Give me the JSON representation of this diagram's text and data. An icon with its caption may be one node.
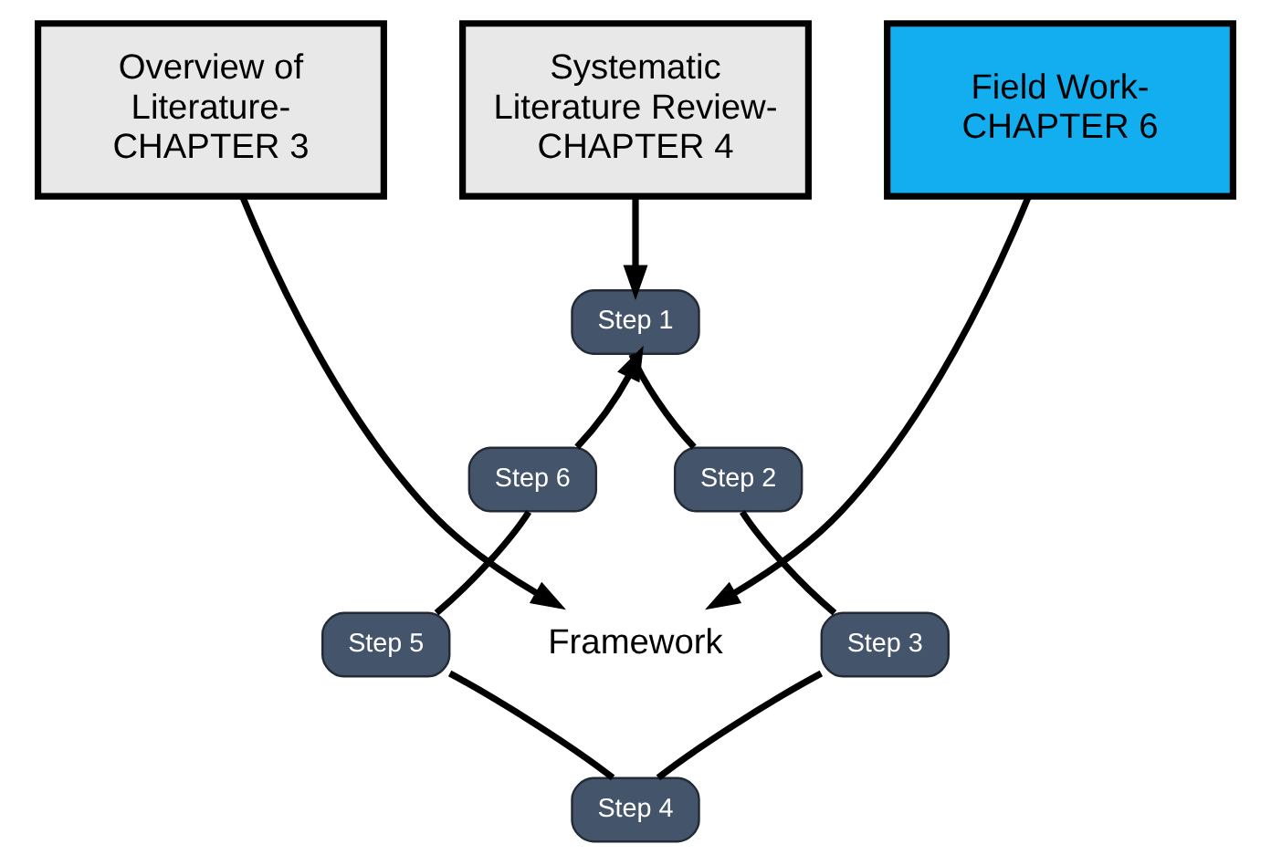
{
  "diagram": {
    "nodes": [
      {
        "text": [
          "Overview of Literature- CHAPTER 3"
        ]
      },
      {
        "text": [
          "Systematic Literature Review- CHAPTER 4"
        ]
      },
      {
        "text": [
          "Field Work- CHAPTER 6"
        ]
      },
      {
        "text": [
          "Step 1"
        ]
      },
      {
        "text": [
          "Step 6"
        ]
      },
      {
        "text": [
          "Step 2"
        ]
      },
      {
        "text": [
          "Framework"
        ]
      },
      {
        "text": [
          "Step 5"
        ]
      },
      {
        "text": [
          "Step 3"
        ]
      },
      {
        "text": [
          "Step 4"
        ]
      }
    ],
    "edges": [
      {
        "from": 0,
        "to": 6,
        "arrow": "to"
      },
      {
        "from": 1,
        "to": 3,
        "arrow": "to"
      },
      {
        "from": 2,
        "to": 6,
        "arrow": "to"
      },
      {
        "from": 3,
        "to": 5,
        "arrow": "none"
      },
      {
        "from": 5,
        "to": 8,
        "arrow": "none"
      },
      {
        "from": 8,
        "to": 9,
        "arrow": "none"
      },
      {
        "from": 9,
        "to": 7,
        "arrow": "none"
      },
      {
        "from": 7,
        "to": 4,
        "arrow": "none"
      },
      {
        "from": 4,
        "to": 3,
        "arrow": "to"
      }
    ]
  }
}
